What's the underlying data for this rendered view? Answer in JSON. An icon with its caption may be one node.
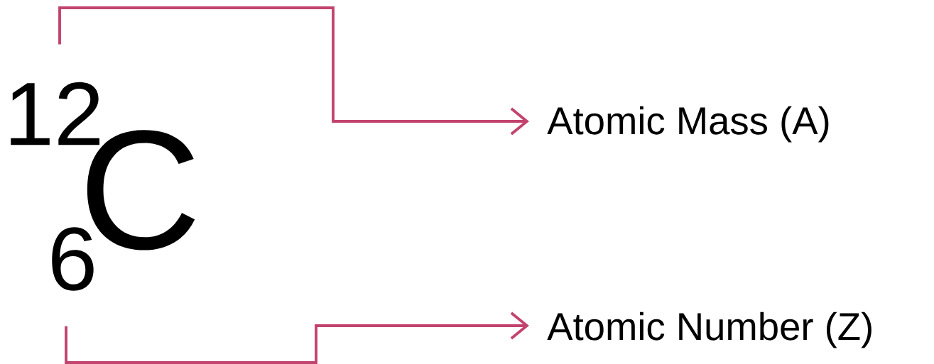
{
  "diagram": {
    "nodes": [
      {
        "text": [
          "12"
        ]
      },
      {
        "text": [
          "6"
        ]
      },
      {
        "text": [
          "C"
        ]
      },
      {
        "text": [
          "Atomic Mass (A)"
        ]
      },
      {
        "text": [
          "Atomic Number (Z)"
        ]
      }
    ],
    "edges": [
      {
        "from": 0,
        "to": 3,
        "arrow": "to",
        "color": "#c2436e"
      },
      {
        "from": 1,
        "to": 4,
        "arrow": "to",
        "color": "#c2436e"
      }
    ]
  }
}
